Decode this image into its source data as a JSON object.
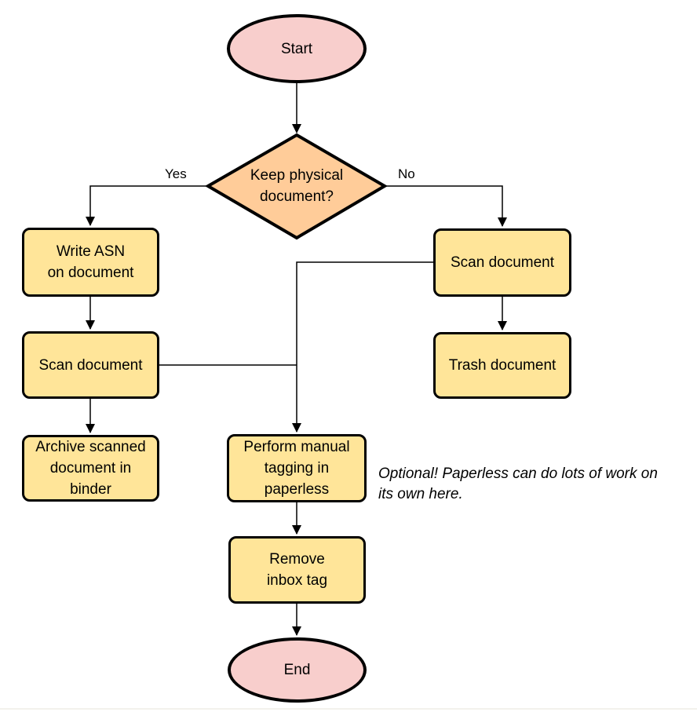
{
  "colors": {
    "terminal_fill": "#f8cecc",
    "process_fill": "#ffe599",
    "decision_fill": "#ffcc99",
    "stroke": "#000000",
    "background": "#ffffff"
  },
  "nodes": [
    {
      "id": "start",
      "type": "terminal",
      "label": "Start"
    },
    {
      "id": "decision",
      "type": "decision",
      "label": "Keep physical\ndocument?"
    },
    {
      "id": "write-asn",
      "type": "process",
      "label": "Write ASN\non document"
    },
    {
      "id": "scan-left",
      "type": "process",
      "label": "Scan document"
    },
    {
      "id": "archive",
      "type": "process",
      "label": "Archive scanned\ndocument in\nbinder"
    },
    {
      "id": "scan-right",
      "type": "process",
      "label": "Scan document"
    },
    {
      "id": "trash",
      "type": "process",
      "label": "Trash document"
    },
    {
      "id": "perform",
      "type": "process",
      "label": "Perform manual\ntagging in\npaperless"
    },
    {
      "id": "remove",
      "type": "process",
      "label": "Remove\ninbox tag"
    },
    {
      "id": "end",
      "type": "terminal",
      "label": "End"
    }
  ],
  "edge_labels": {
    "yes": "Yes",
    "no": "No"
  },
  "annotation": {
    "text": "Optional! Paperless can do lots of work on\nits own here."
  }
}
